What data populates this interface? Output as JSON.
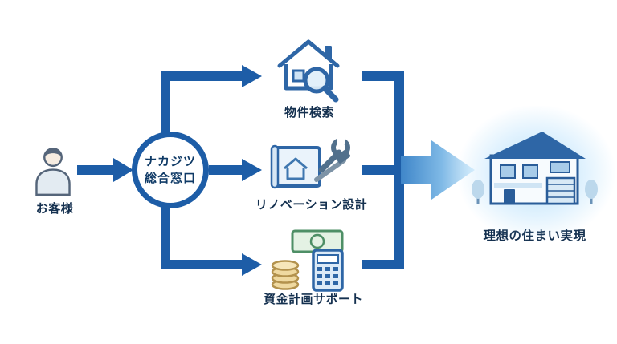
{
  "diagram": {
    "customer": {
      "label": "お客様"
    },
    "hub": {
      "line1": "ナカジツ",
      "line2": "総合窓口"
    },
    "branches": [
      {
        "label": "物件検索",
        "icon": "house-search-icon"
      },
      {
        "label": "リノベーション設計",
        "icon": "blueprint-tools-icon"
      },
      {
        "label": "資金計画サポート",
        "icon": "money-calculator-icon"
      }
    ],
    "result": {
      "label": "理想の住まい実現",
      "icon": "ideal-house-illustration"
    },
    "colors": {
      "arrow": "#1d5da7",
      "text": "#14304f",
      "hub_border": "#1d5da7",
      "big_arrow_stops": [
        "#3f86c9",
        "#7fb9e6",
        "#dff2fd"
      ],
      "glow": "#9fd2f2"
    }
  }
}
